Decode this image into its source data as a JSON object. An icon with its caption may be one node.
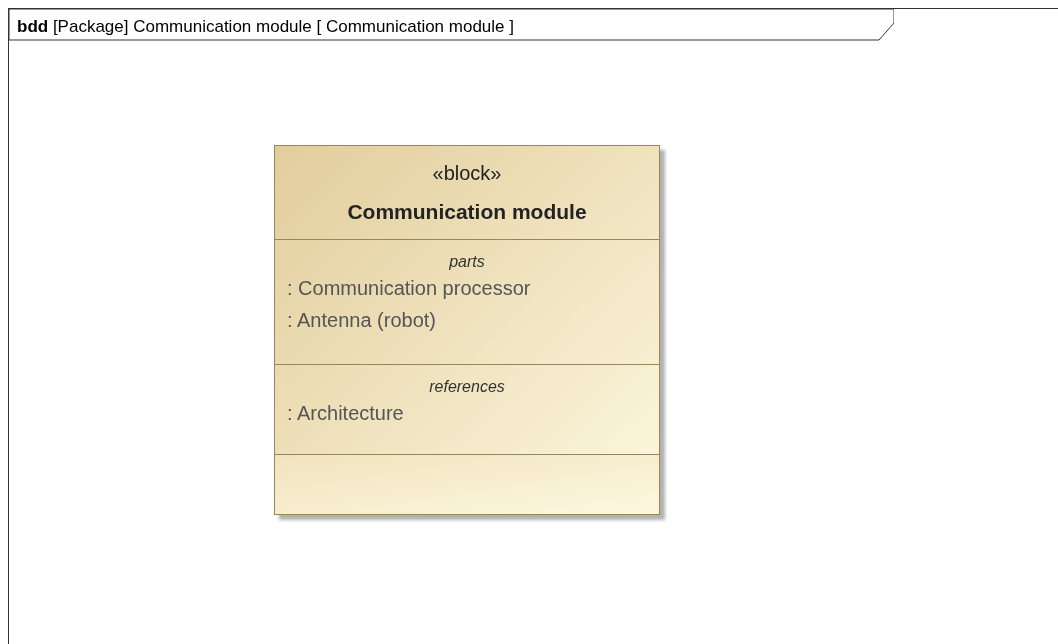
{
  "diagram": {
    "nodes": [
      {
        "text": [
          "**bdd** [Package] Communication module [ Communication module ]"
        ]
      },
      {
        "text": [
          "«block»",
          "Communication module"
        ],
        "in": 0
      },
      {
        "text": [
          "parts",
          ": Communication processor",
          ": Antenna (robot)"
        ],
        "in": 1
      },
      {
        "text": [
          "references",
          ": Architecture"
        ],
        "in": 1
      },
      {
        "text": [],
        "shape": "box",
        "in": 1
      }
    ]
  }
}
